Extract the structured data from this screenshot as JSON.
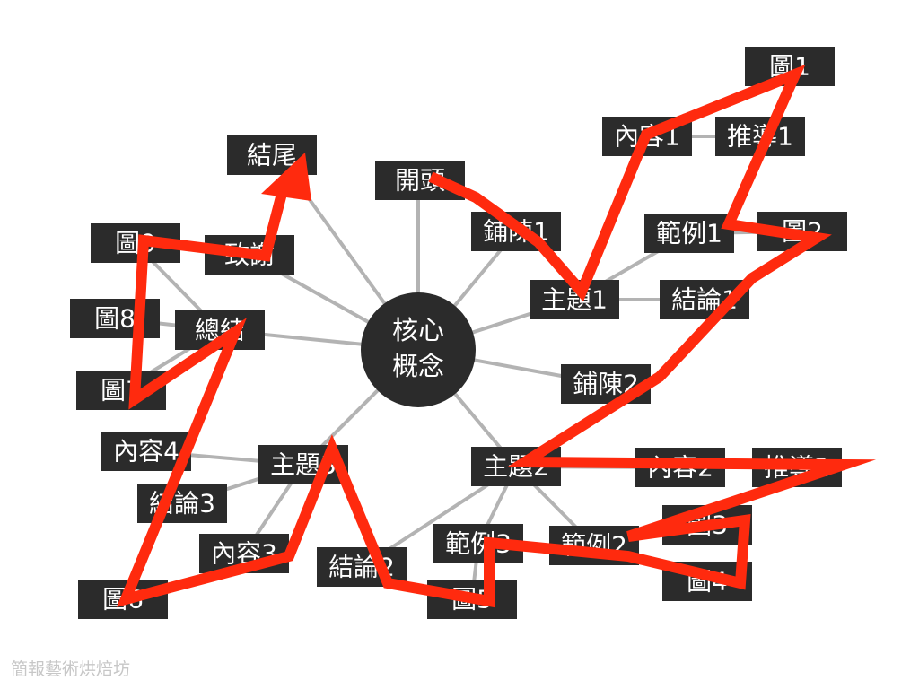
{
  "center": {
    "line1": "核心",
    "line2": "概念"
  },
  "nodes": {
    "n_jiewei": "結尾",
    "n_kaitou": "開頭",
    "n_tu1": "圖1",
    "n_neirong1": "內容1",
    "n_tuidao1": "推導1",
    "n_puchen1": "鋪陳1",
    "n_fanli1": "範例1",
    "n_tu2": "圖2",
    "n_zhuti1": "主題1",
    "n_jielun1": "結論1",
    "n_tu9": "圖9",
    "n_zhixie": "致謝",
    "n_tu8": "圖8",
    "n_zongjie": "總結",
    "n_tu7": "圖7",
    "n_puchen2": "鋪陳2",
    "n_neirong4": "內容4",
    "n_zhuti3": "主題3",
    "n_zhuti2": "主題2",
    "n_neirong2": "內容2",
    "n_tuidao2": "推導2",
    "n_jielun3": "結論3",
    "n_tu3": "圖3",
    "n_fanli3": "範例3",
    "n_fanli2": "範例2",
    "n_neirong3": "內容3",
    "n_jielun2": "結論2",
    "n_tu4": "圖4",
    "n_tu6": "圖6",
    "n_tu5": "圖5"
  },
  "footer": "簡報藝術烘焙坊",
  "colors": {
    "node_fill": "#2b2b2b",
    "node_text": "#ffffff",
    "link": "#b3b3b3",
    "path": "#ff2a0e",
    "footer_text": "#c7c7c7"
  }
}
